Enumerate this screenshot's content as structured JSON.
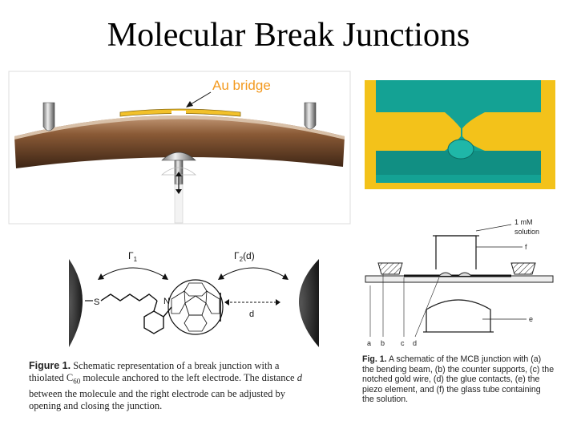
{
  "slide": {
    "title": "Molecular Break Junctions"
  },
  "bridge_figure": {
    "label": "Au bridge",
    "label_color": "#f39a20",
    "beam_color": "#8a5a36",
    "gold_color": "#f2c12a"
  },
  "sem_image": {
    "background_color": "#15a697",
    "electrode_color": "#f3c21a"
  },
  "molecule_figure": {
    "gamma1": "Γ",
    "gamma1_sub": "1",
    "gamma2": "Γ",
    "gamma2_sub": "2",
    "gamma2_suffix": "(d)",
    "sulfur": "S",
    "nitrogen": "N",
    "distance": "d",
    "caption_label": "Figure 1.",
    "caption_line1": "Schematic representation of a break junction with a",
    "caption_line2_a": "thiolated C",
    "caption_line2_sub": "60",
    "caption_line2_b": " molecule anchored to the left electrode. The distance ",
    "caption_line2_d": "d",
    "caption_line3": "between the molecule and the right electrode can be adjusted by",
    "caption_line4": "opening and closing the junction."
  },
  "mcb_figure": {
    "solution_label_1": "1 mM",
    "solution_label_2": "solution",
    "label_f": "f",
    "label_e": "e",
    "label_a": "a",
    "label_b": "b",
    "label_c": "c",
    "label_d": "d",
    "caption_label": "Fig. 1.",
    "caption_line1": " A schematic of the MCB junction with (a)",
    "caption_line2": "the bending beam, (b) the counter supports, (c) the",
    "caption_line3": "notched gold wire, (d) the glue contacts, (e) the",
    "caption_line4": "piezo element, and (f) the glass tube containing",
    "caption_line5": "the solution."
  }
}
